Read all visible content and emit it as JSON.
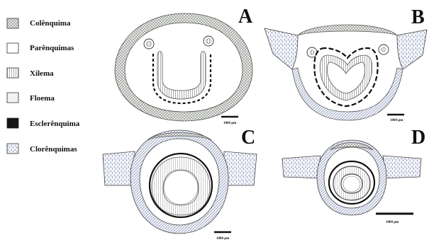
{
  "legend": [
    {
      "label": "Colênquima",
      "pattern": "colenquima"
    },
    {
      "label": "Parênquimas",
      "pattern": "parenquima"
    },
    {
      "label": "Xilema",
      "pattern": "xilema"
    },
    {
      "label": "Floema",
      "pattern": "floema"
    },
    {
      "label": "Esclerênquima",
      "pattern": "esclerenquima"
    },
    {
      "label": "Clorênquimas",
      "pattern": "clorenquima"
    }
  ],
  "panels": {
    "a": {
      "letter": "A",
      "scale": "1000 µm"
    },
    "b": {
      "letter": "B",
      "scale": "1000 µm"
    },
    "c": {
      "letter": "C",
      "scale": "1000 µm"
    },
    "d": {
      "letter": "D",
      "scale": "1000 µm"
    }
  },
  "colors": {
    "ink": "#1a1a1a",
    "colenquima": "#8a8f8a",
    "clorenquima": "#6f7fa8",
    "esclerenquima": "#111111",
    "background": "#ffffff"
  }
}
